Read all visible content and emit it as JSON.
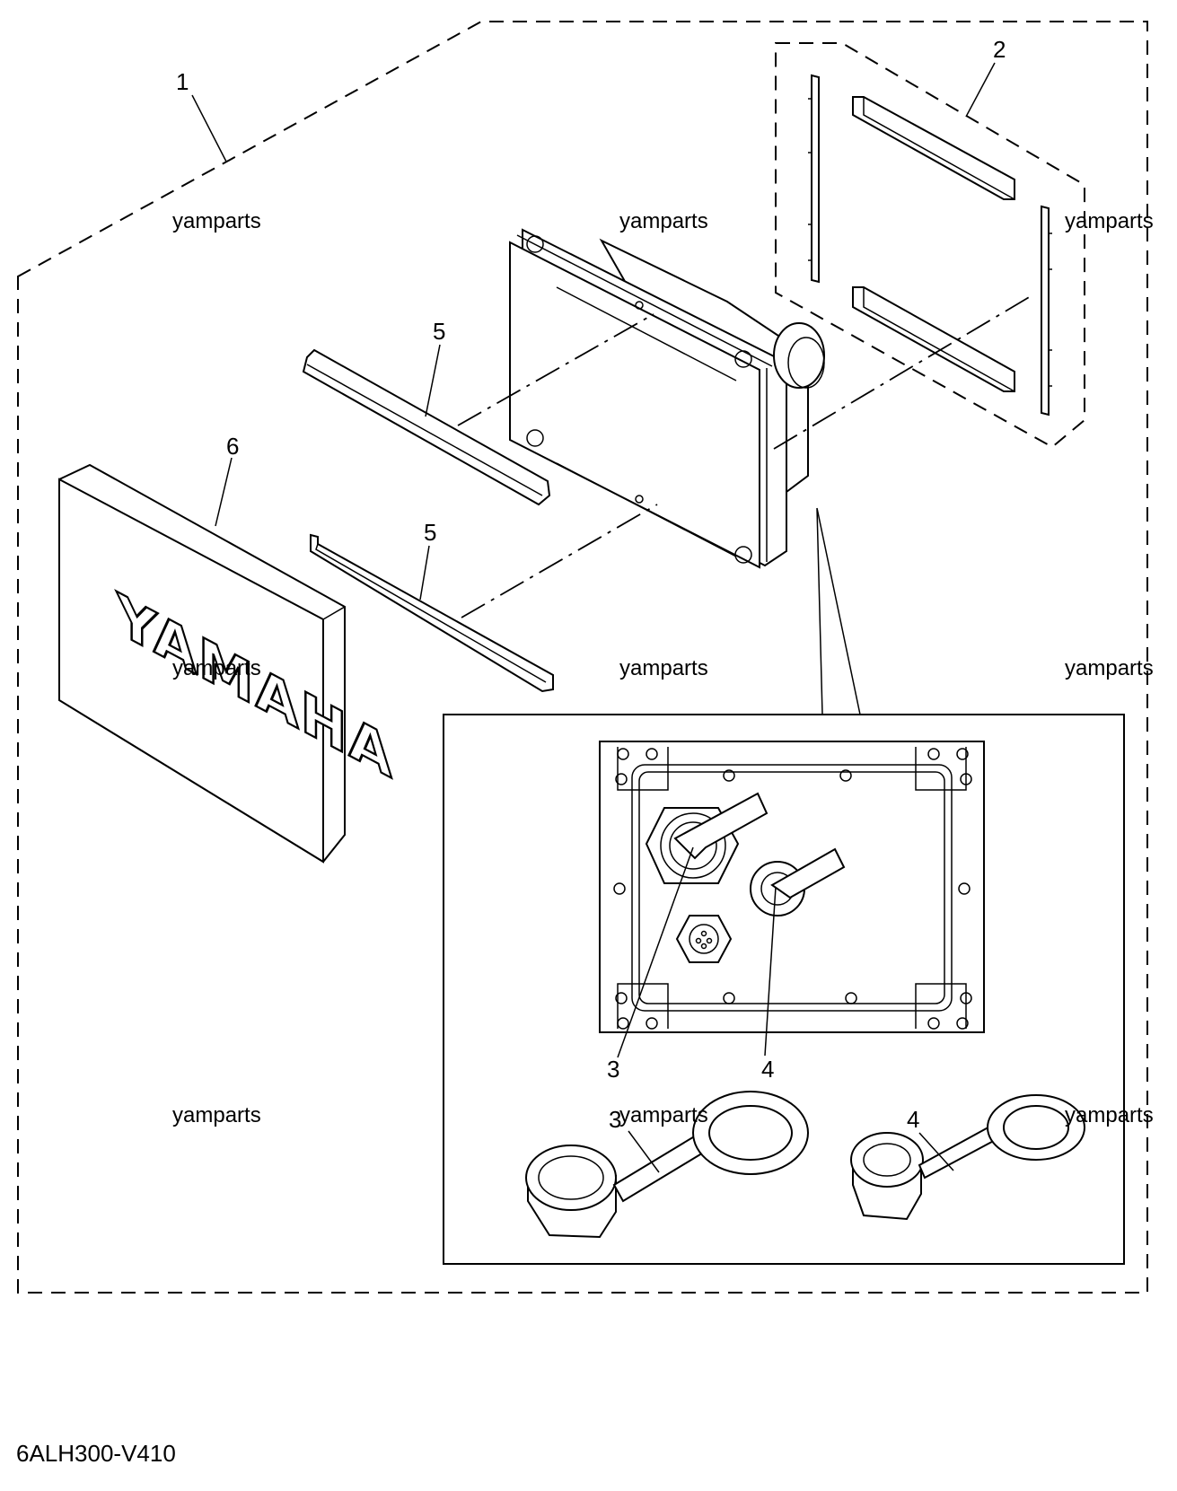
{
  "callouts": {
    "c1": "1",
    "c2": "2",
    "c3a": "3",
    "c3b": "3",
    "c4a": "4",
    "c4b": "4",
    "c5a": "5",
    "c5b": "5",
    "c6": "6"
  },
  "watermark": "yamparts",
  "logo_text": "YAMAHA",
  "diagram_code": "6ALH300-V410"
}
